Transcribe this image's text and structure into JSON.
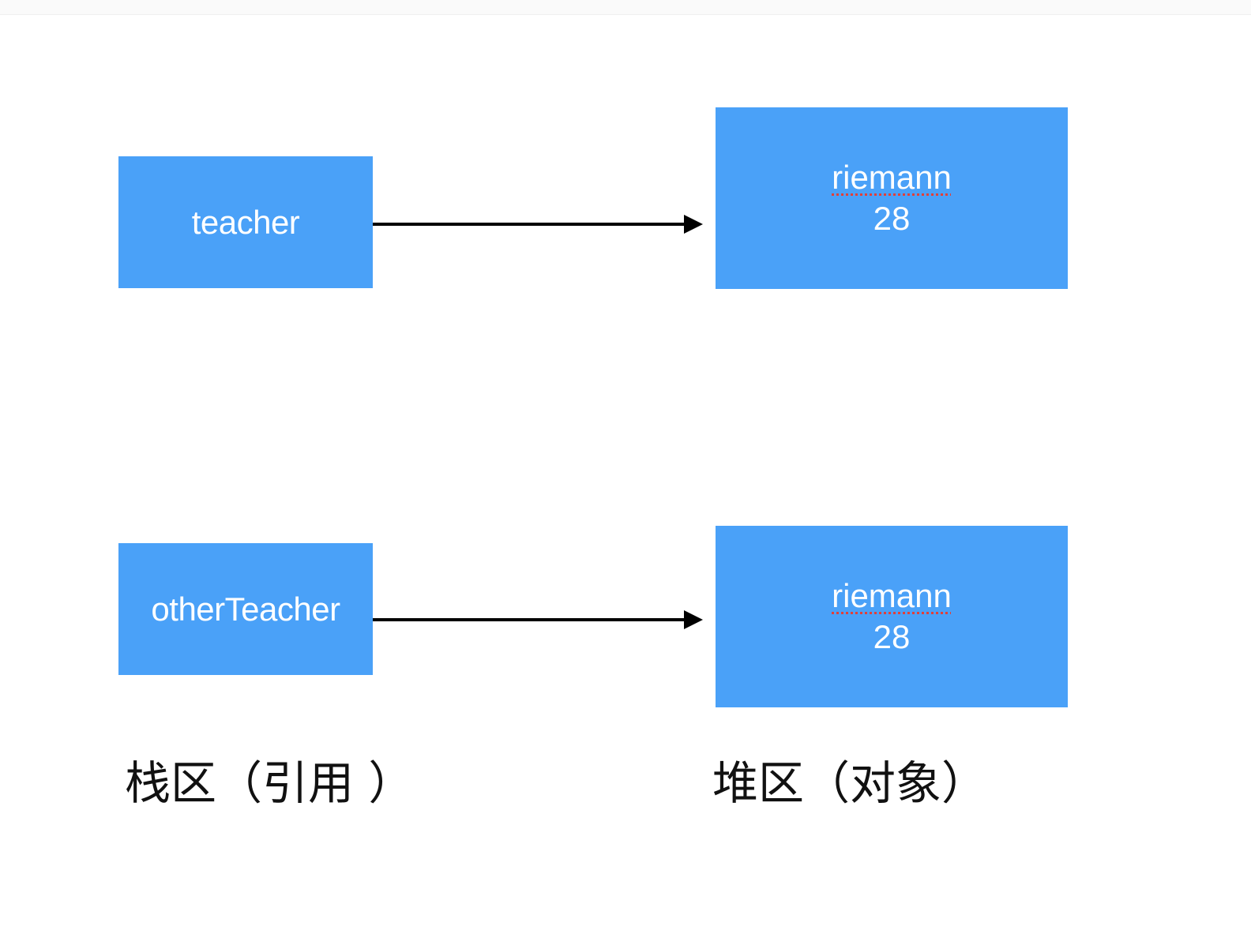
{
  "stack": {
    "caption": "栈区（引用 ）",
    "items": [
      {
        "label": "teacher"
      },
      {
        "label": "otherTeacher"
      }
    ]
  },
  "heap": {
    "caption": "堆区（对象）",
    "objects": [
      {
        "name": "riemann",
        "age": "28"
      },
      {
        "name": "riemann",
        "age": "28"
      }
    ]
  },
  "colors": {
    "box_fill": "#4aa1f8",
    "box_text": "#ffffff",
    "arrow": "#000000",
    "spellcheck_underline": "#e0403a"
  }
}
